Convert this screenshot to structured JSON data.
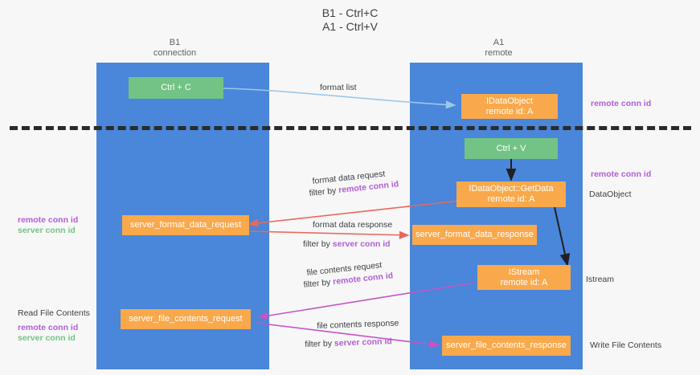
{
  "title": {
    "line1": "B1 - Ctrl+C",
    "line2": "A1 - Ctrl+V"
  },
  "columns": [
    {
      "name": "B1",
      "role": "connection"
    },
    {
      "name": "A1",
      "role": "remote"
    }
  ],
  "boxes": {
    "ctrl_c": {
      "label": "Ctrl + C"
    },
    "ctrl_v": {
      "label": "Ctrl + V"
    },
    "idataobject_top": {
      "line1": "IDataObject",
      "line2": "remote id: A"
    },
    "idataobject_getdata": {
      "line1": "IDataObject::GetData",
      "line2": "remote id: A"
    },
    "istream": {
      "line1": "IStream",
      "line2": "remote id: A"
    },
    "server_format_data_request": {
      "label": "server_format_data_request"
    },
    "server_format_data_response": {
      "label": "server_format_data_response"
    },
    "server_file_contents_request": {
      "label": "server_file_contents_request"
    },
    "server_file_contents_response": {
      "label": "server_file_contents_response"
    }
  },
  "edge_labels": {
    "format_list": "format list",
    "format_data_request": "format data request",
    "format_data_request_filter_prefix": "filter by ",
    "format_data_request_filter_key": "remote conn id",
    "format_data_response": "format data response",
    "format_data_response_filter_prefix": "filter by ",
    "format_data_response_filter_key": "server conn id",
    "file_contents_request": "file contents request",
    "file_contents_request_filter_prefix": "filter by ",
    "file_contents_request_filter_key": "remote conn id",
    "file_contents_response": "file contents response",
    "file_contents_response_filter_prefix": "filter by ",
    "file_contents_response_filter_key": "server conn id"
  },
  "annotations": {
    "right_remote_conn_id_top": "remote conn id",
    "right_remote_conn_id_mid": "remote conn id",
    "right_dataobject": "DataObject",
    "right_istream": "Istream",
    "right_write_file_contents": "Write File Contents",
    "left_remote_conn_id": "remote conn id",
    "left_server_conn_id": "server conn id",
    "left_read_file_contents": "Read File Contents",
    "left_remote_conn_id_2": "remote conn id",
    "left_server_conn_id_2": "server conn id"
  },
  "colors": {
    "lane": "#4a86d9",
    "box_green": "#72c385",
    "box_orange": "#f9a94b",
    "accent_purple": "#b05fd4",
    "accent_green": "#74c47f",
    "arrow_blue": "#9dc7e8",
    "arrow_red": "#e8685c",
    "arrow_magenta": "#c455c4",
    "arrow_black": "#202124",
    "divider": "#2b2b2b",
    "background": "#f7f7f7"
  }
}
